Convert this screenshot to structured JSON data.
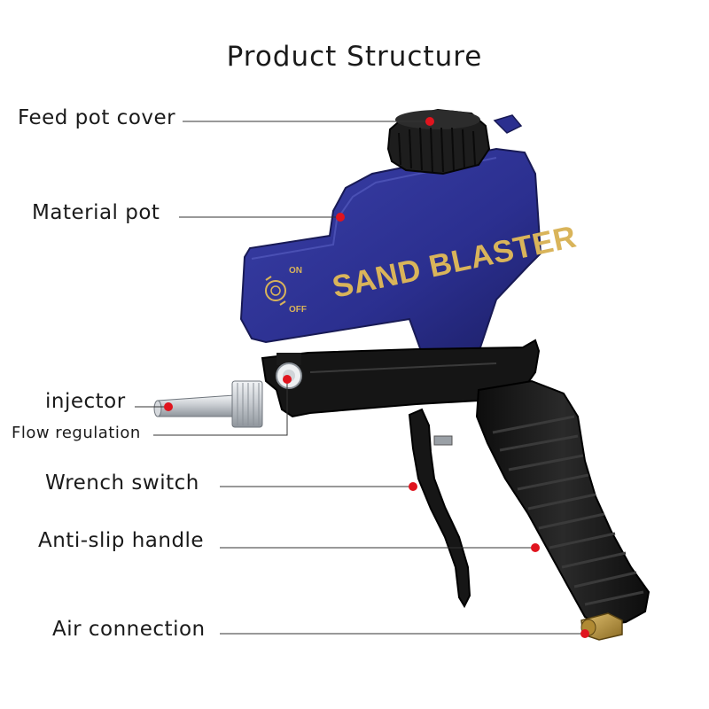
{
  "title": "Product Structure",
  "product": {
    "brand_text": "SAND BLASTER",
    "switch_on": "ON",
    "switch_off": "OFF"
  },
  "labels": {
    "feed_pot_cover": "Feed pot cover",
    "material_pot": "Material pot",
    "injector": "injector",
    "flow_regulation": "Flow regulation",
    "wrench_switch": "Wrench switch",
    "anti_slip_handle": "Anti-slip handle",
    "air_connection": "Air connection"
  },
  "colors": {
    "pot_blue": "#2b2f8f",
    "brand_gold": "#d9b45a",
    "body_black": "#141414",
    "marker_red": "#e0141e"
  }
}
